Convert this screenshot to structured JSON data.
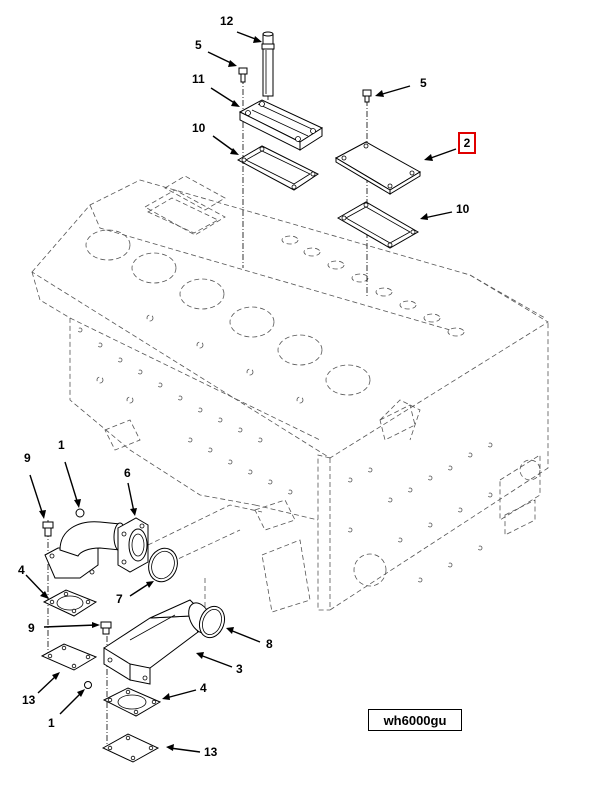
{
  "drawing_id": "wh6000gu",
  "highlighted_callout": "2",
  "callouts": [
    {
      "id": "c12",
      "text": "12"
    },
    {
      "id": "c5a",
      "text": "5"
    },
    {
      "id": "c11",
      "text": "11"
    },
    {
      "id": "c10a",
      "text": "10"
    },
    {
      "id": "c5b",
      "text": "5"
    },
    {
      "id": "c10b",
      "text": "10"
    },
    {
      "id": "c9a",
      "text": "9"
    },
    {
      "id": "c1a",
      "text": "1"
    },
    {
      "id": "c6",
      "text": "6"
    },
    {
      "id": "c4a",
      "text": "4"
    },
    {
      "id": "c7",
      "text": "7"
    },
    {
      "id": "c9b",
      "text": "9"
    },
    {
      "id": "c8",
      "text": "8"
    },
    {
      "id": "c3",
      "text": "3"
    },
    {
      "id": "c13a",
      "text": "13"
    },
    {
      "id": "c1b",
      "text": "1"
    },
    {
      "id": "c4b",
      "text": "4"
    },
    {
      "id": "c13b",
      "text": "13"
    }
  ]
}
